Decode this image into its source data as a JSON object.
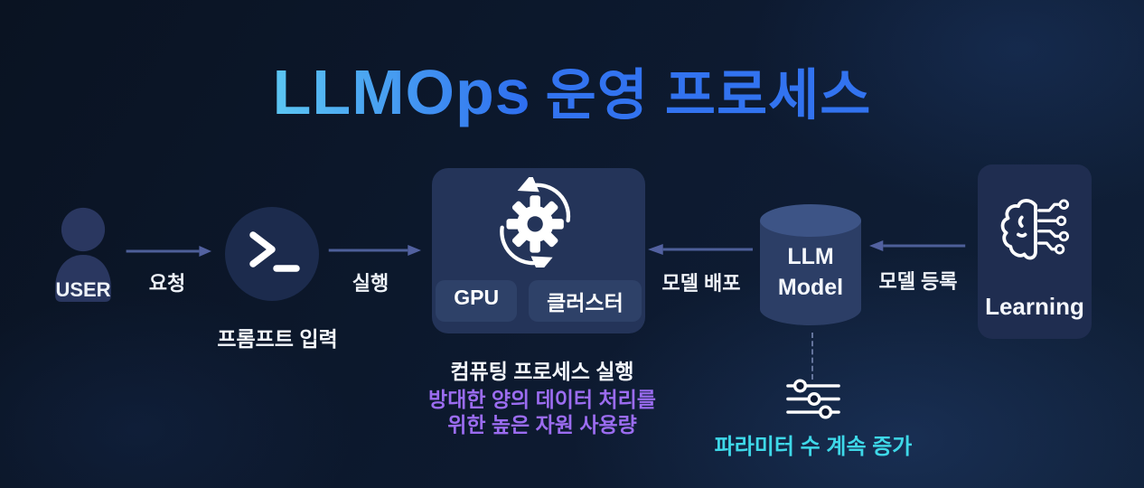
{
  "title": {
    "brand": "LLMOps",
    "suffix": "운영 프로세스"
  },
  "flow": {
    "user": {
      "label": "USER"
    },
    "request_arrow": {
      "label": "요청"
    },
    "prompt": {
      "caption": "프롬프트 입력"
    },
    "execute_arrow": {
      "label": "실행"
    },
    "compute": {
      "chips": [
        "GPU",
        "클러스터"
      ],
      "caption": "컴퓨팅 프로세스 실행",
      "note_line1": "방대한 양의 데이터 처리를",
      "note_line2": "위한 높은 자원 사용량"
    },
    "deploy_arrow": {
      "label": "모델 배포"
    },
    "llm_model": {
      "name_line1": "LLM",
      "name_line2": "Model"
    },
    "register_arrow": {
      "label": "모델 등록"
    },
    "learning": {
      "label": "Learning"
    },
    "parameters": {
      "caption": "파라미터 수 계속 증가"
    }
  },
  "icons": {
    "user": "person-icon",
    "prompt": "terminal-icon",
    "compute": "gear-sync-icon",
    "llm_model": "database-cylinder-icon",
    "parameters": "sliders-icon",
    "learning": "brain-circuit-icon"
  },
  "colors": {
    "background": "#0d1a30",
    "title_brand_gradient_start": "#5cc6f2",
    "title_brand_gradient_end": "#2d6cf0",
    "title_suffix": "#3273f0",
    "arrow": "#4d5f99",
    "panel": "#243459",
    "chip": "#2e4168",
    "terminal_circle": "#1c2b4d",
    "cylinder_body": "#2c3e66",
    "cylinder_top": "#3d5486",
    "note_purple": "#9b6cf0",
    "param_cyan": "#3ed8e8",
    "text": "#f4f7fc"
  }
}
